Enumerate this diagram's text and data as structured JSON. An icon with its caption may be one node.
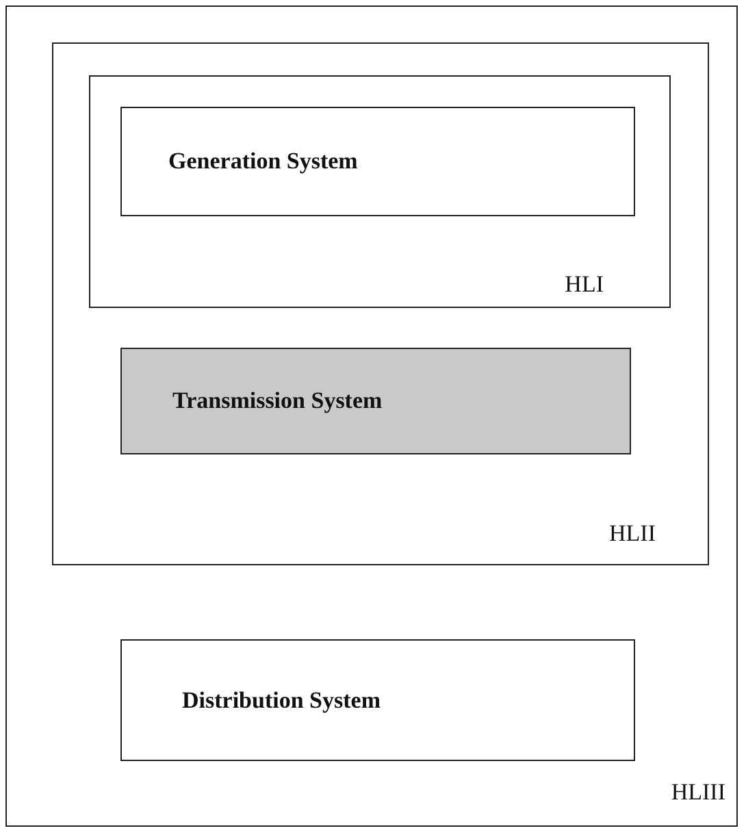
{
  "diagram": {
    "nodes": [
      {
        "text": [
          "HLIII"
        ]
      },
      {
        "text": [
          "HLII"
        ],
        "in": 0
      },
      {
        "text": [
          "HLI"
        ],
        "in": 1
      },
      {
        "text": [
          "Generation System"
        ],
        "in": 2
      },
      {
        "text": [
          "Transmission System"
        ],
        "in": 1
      },
      {
        "text": [
          "Distribution System"
        ],
        "in": 0
      }
    ]
  }
}
